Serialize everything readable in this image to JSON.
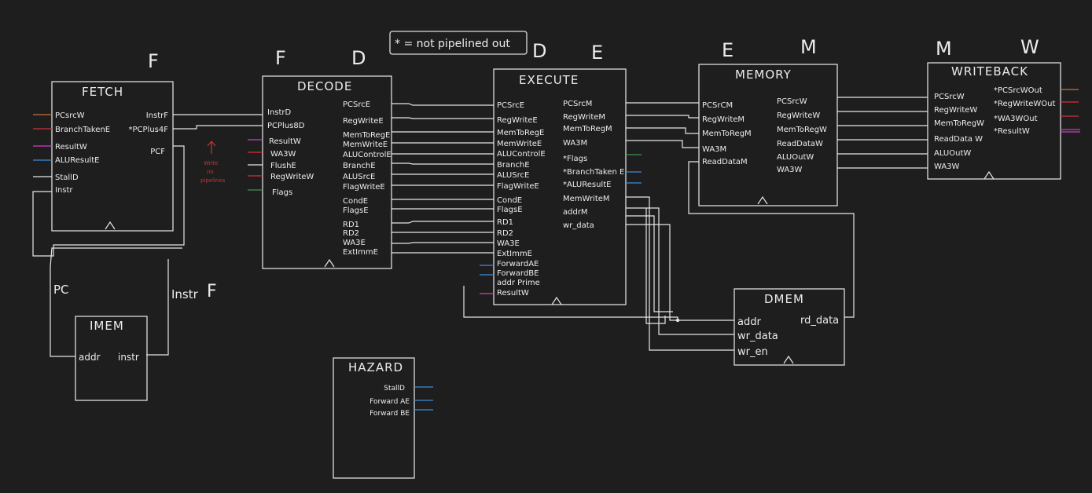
{
  "colors": {
    "background": "#1e1e1e",
    "ink": "#ececec",
    "orange": "#c8703c",
    "red": "#d2323c",
    "magenta": "#d23cc8",
    "blue": "#3c8cdc",
    "green": "#3c9650",
    "annotation_red": "#c83232"
  },
  "note": "* = not pipelined out",
  "stage_labels": [
    "F",
    "F",
    "D",
    "D",
    "E",
    "E",
    "M",
    "M",
    "W"
  ],
  "fetch": {
    "title": "FETCH",
    "inputs": [
      "PCsrcW",
      "BranchTakenE",
      "ResultW",
      "ALUResultE",
      "StallD",
      "Instr"
    ],
    "outputs": [
      "InstrF",
      "*PCPlus4F",
      "PCF"
    ]
  },
  "decode": {
    "title": "DECODE",
    "inputs": [
      "InstrD",
      "PCPlus8D",
      "ResultW",
      "WA3W",
      "FlushE",
      "RegWriteW",
      "Flags"
    ],
    "outputs": [
      "PCSrcE",
      "RegWriteE",
      "MemToRegE",
      "MemWriteE",
      "ALUControlE",
      "BranchE",
      "ALUSrcE",
      "FlagWriteE",
      "CondE",
      "FlagsE",
      "RD1",
      "RD2",
      "WA3E",
      "ExtImmE"
    ]
  },
  "execute": {
    "title": "EXECUTE",
    "inputs": [
      "PCSrcE",
      "RegWriteE",
      "MemToRegE",
      "MemWriteE",
      "ALUControlE",
      "BranchE",
      "ALUSrcE",
      "FlagWriteE",
      "CondE",
      "FlagsE",
      "RD1",
      "RD2",
      "WA3E",
      "ExtImmE",
      "ForwardAE",
      "ForwardBE",
      "addr Prime",
      "ResultW"
    ],
    "outputs": [
      "PCSrcM",
      "RegWriteM",
      "MemToRegM",
      "WA3M",
      "*Flags",
      "*BranchTaken E",
      "*ALUResultE",
      "MemWriteM",
      "addrM",
      "wr_data"
    ]
  },
  "memory": {
    "title": "MEMORY",
    "inputs": [
      "PCSrCM",
      "RegWriteM",
      "MemToRegM",
      "WA3M",
      "ReadDataM"
    ],
    "outputs": [
      "PCSrcW",
      "RegWriteW",
      "MemToRegW",
      "ReadDataW",
      "ALUOutW",
      "WA3W"
    ]
  },
  "writeback": {
    "title": "WRITEBACK",
    "inputs": [
      "PCSrcW",
      "RegWriteW",
      "MemToRegW",
      "ReadData W",
      "ALUOutW",
      "WA3W"
    ],
    "outputs": [
      "*PCSrcWOut",
      "*RegWriteWOut",
      "*WA3WOut",
      "*ResultW"
    ]
  },
  "imem": {
    "title": "IMEM",
    "left": "addr",
    "right": "instr"
  },
  "dmem": {
    "title": "DMEM",
    "inputs": [
      "addr",
      "wr_data",
      "wr_en"
    ],
    "output": "rd_data"
  },
  "hazard": {
    "title": "HAZARD",
    "outputs": [
      "StallD",
      "Forward AE",
      "Forward BE"
    ]
  },
  "loop_labels": {
    "pc": "PC",
    "instr": "Instr",
    "instr_suffix": "F"
  },
  "annotation": {
    "lines": [
      "Write",
      "no",
      "pipelines"
    ]
  }
}
